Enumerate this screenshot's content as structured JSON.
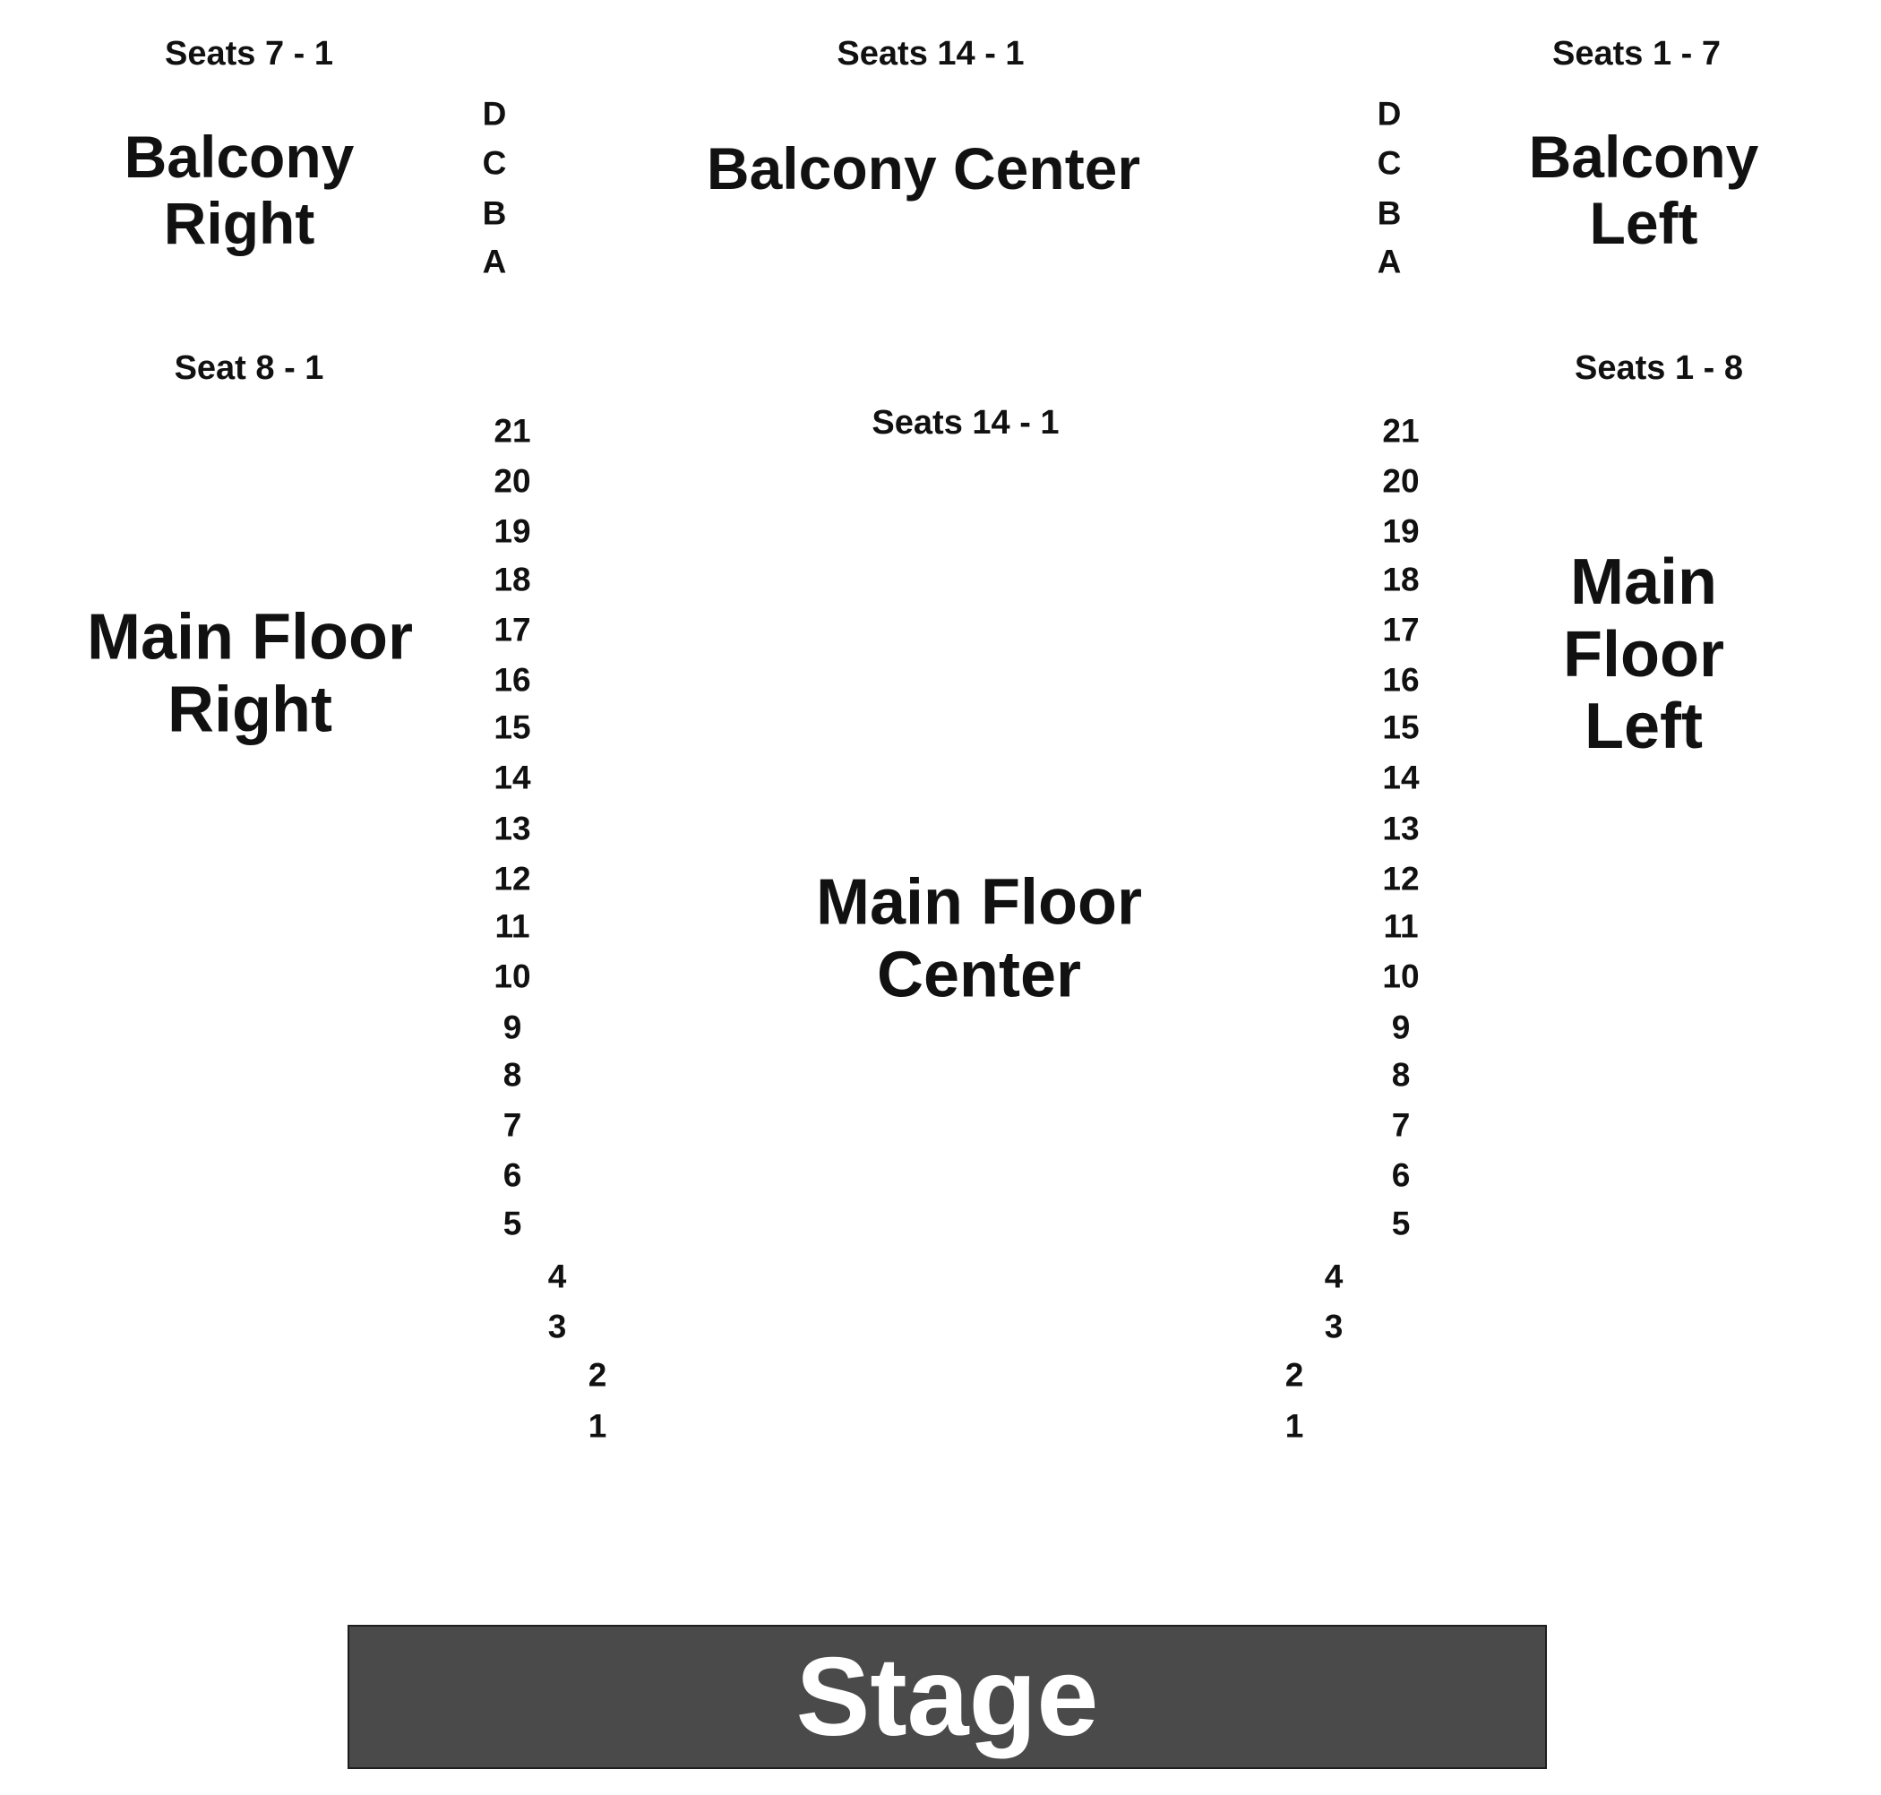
{
  "seat_ranges": {
    "balcony_right": "Seats 7 - 1",
    "balcony_center": "Seats 14 - 1",
    "balcony_left": "Seats 1 - 7",
    "main_right": "Seat 8 - 1",
    "main_center": "Seats 14 - 1",
    "main_left": "Seats 1 - 8"
  },
  "sections": {
    "balcony_right": "Balcony\nRight",
    "balcony_center": "Balcony Center",
    "balcony_left": "Balcony\nLeft",
    "main_right": "Main Floor\nRight",
    "main_center": "Main Floor\nCenter",
    "main_left": "Main Floor\nLeft"
  },
  "balcony_rows": [
    "D",
    "C",
    "B",
    "A"
  ],
  "main_rows": [
    "21",
    "20",
    "19",
    "18",
    "17",
    "16",
    "15",
    "14",
    "13",
    "12",
    "11",
    "10",
    "9",
    "8",
    "7",
    "6",
    "5",
    "4",
    "3",
    "2",
    "1"
  ],
  "stage": {
    "label": "Stage",
    "fill_color": "#4a4a4a",
    "text_color": "#ffffff"
  }
}
